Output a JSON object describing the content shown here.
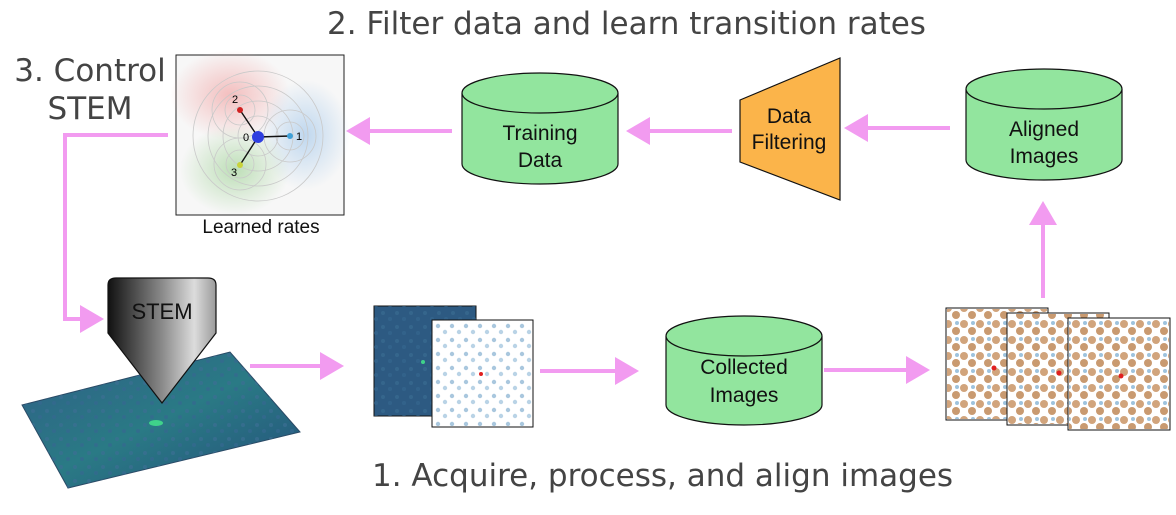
{
  "titles": {
    "filter_learn": "2. Filter data and learn transition rates",
    "acquire_align": "1.  Acquire, process, and align images",
    "control_line1": "3. Control",
    "control_line2": "STEM"
  },
  "nodes": {
    "training_data_line1": "Training",
    "training_data_line2": "Data",
    "data_filtering_line1": "Data",
    "data_filtering_line2": "Filtering",
    "aligned_images_line1": "Aligned",
    "aligned_images_line2": "Images",
    "collected_images_line1": "Collected",
    "collected_images_line2": "Images",
    "stem_probe": "STEM",
    "rates_caption": "Learned rates"
  },
  "rates_graph": {
    "node_labels": [
      "0",
      "1",
      "2",
      "3"
    ]
  },
  "colors": {
    "cylinder_fill": "#92e59e",
    "filter_fill": "#fbb44a",
    "arrow": "#f29bf0",
    "text": "#444444"
  }
}
